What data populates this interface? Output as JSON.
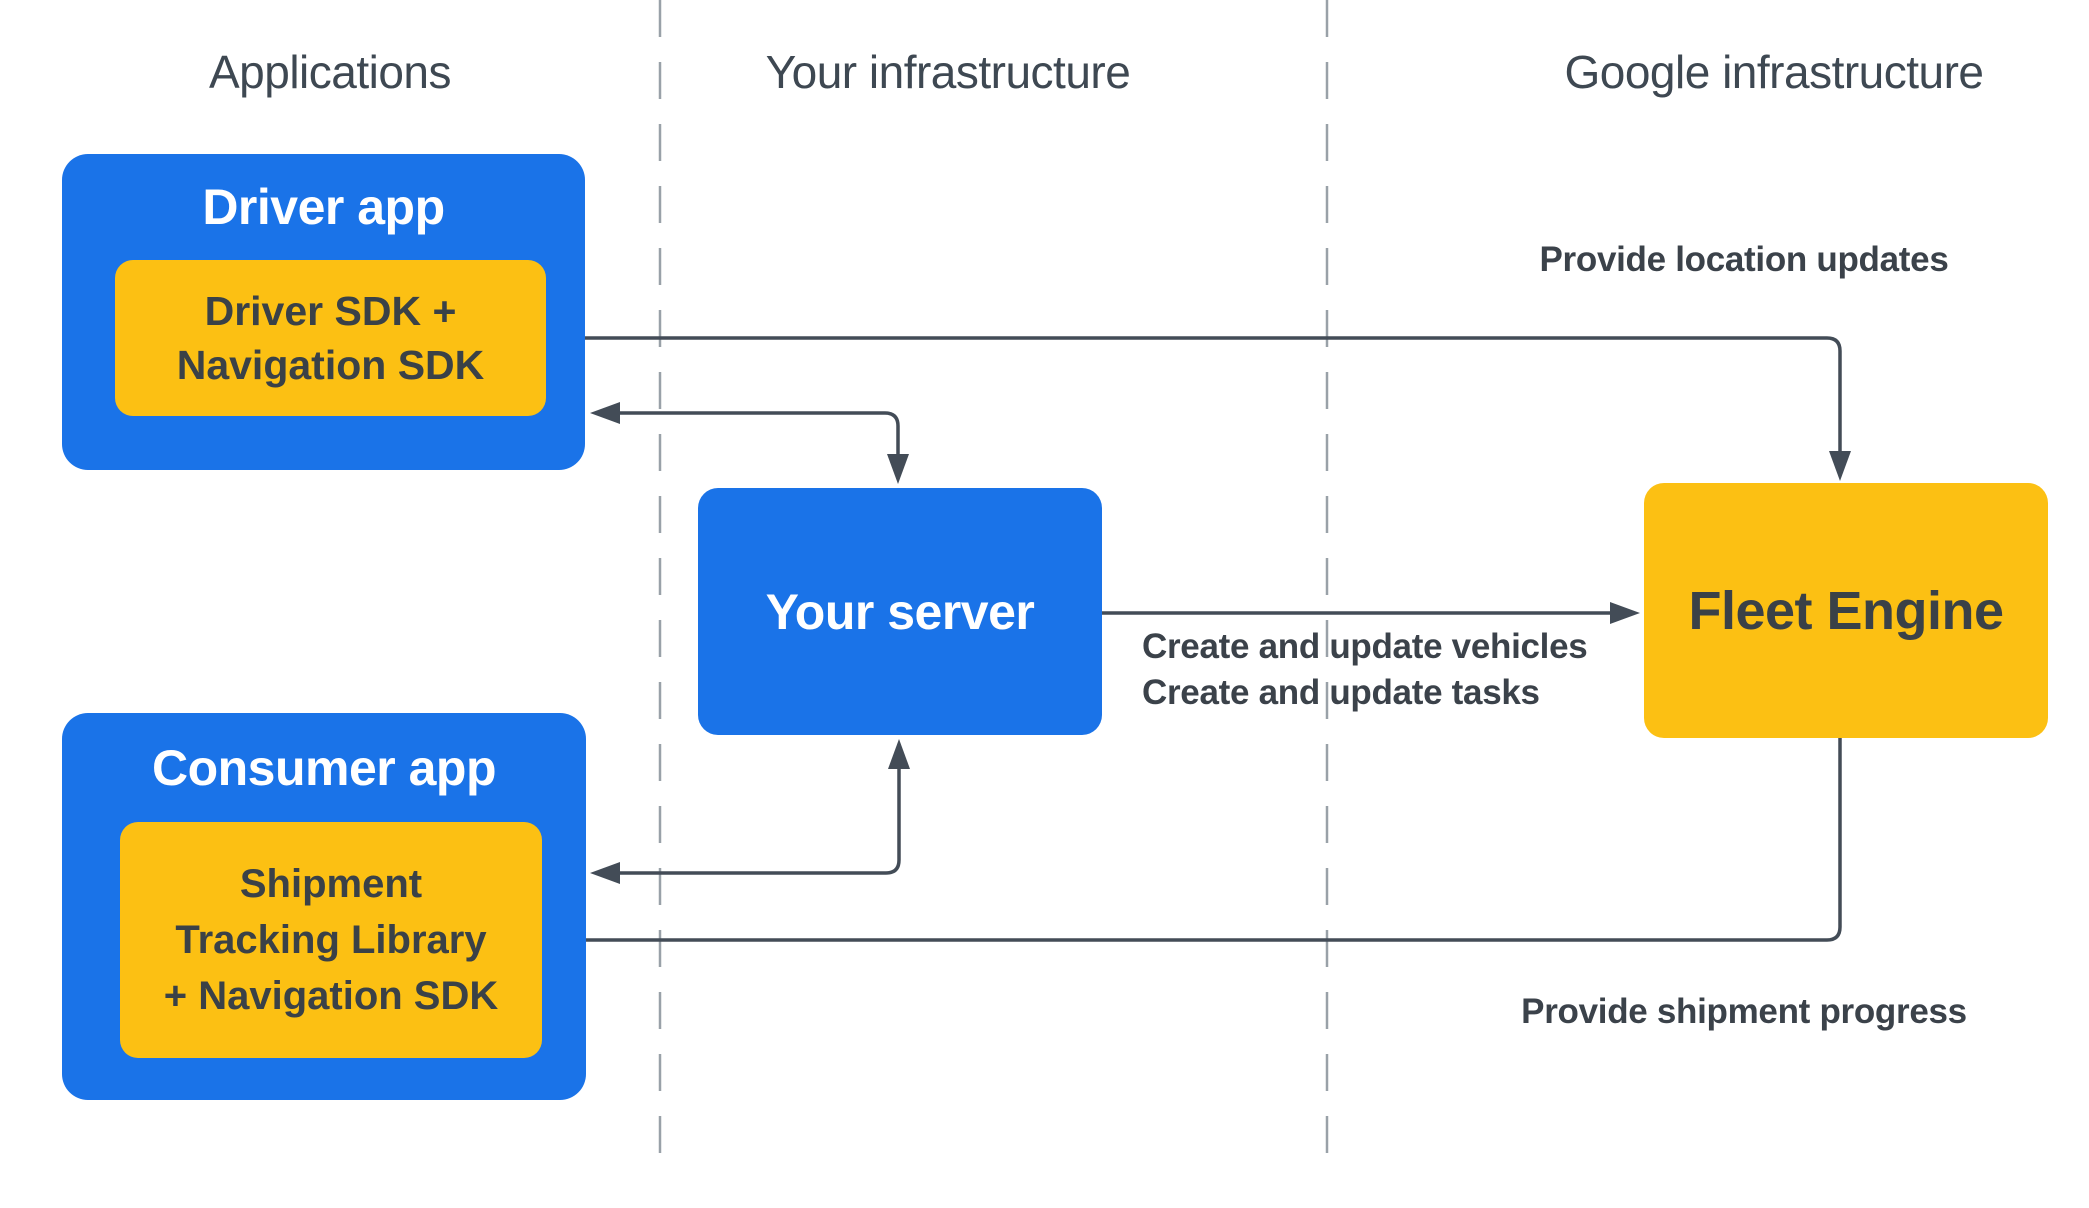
{
  "columns": [
    {
      "id": "applications",
      "label": "Applications"
    },
    {
      "id": "your-infrastructure",
      "label": "Your infrastructure"
    },
    {
      "id": "google-infrastructure",
      "label": "Google infrastructure"
    }
  ],
  "nodes": {
    "driver_app": {
      "title": "Driver app",
      "sdk_lines": [
        "Driver SDK +",
        "Navigation SDK"
      ]
    },
    "consumer_app": {
      "title": "Consumer app",
      "sdk_lines": [
        "Shipment",
        "Tracking Library",
        "+ Navigation SDK"
      ]
    },
    "your_server": {
      "title": "Your server"
    },
    "fleet_engine": {
      "title": "Fleet Engine"
    }
  },
  "edge_labels": {
    "provide_location_updates": "Provide location updates",
    "create_update_vehicles": "Create and update vehicles",
    "create_update_tasks": "Create and update tasks",
    "provide_shipment_progress": "Provide shipment progress"
  },
  "colors": {
    "box_blue": "#1a73e8",
    "box_yellow": "#fcc013",
    "arrow": "#434c57",
    "dashed_divider": "#99a1a8",
    "header_text": "#3e4852",
    "dark_text": "#3a4147",
    "light_text": "#ffffff"
  }
}
